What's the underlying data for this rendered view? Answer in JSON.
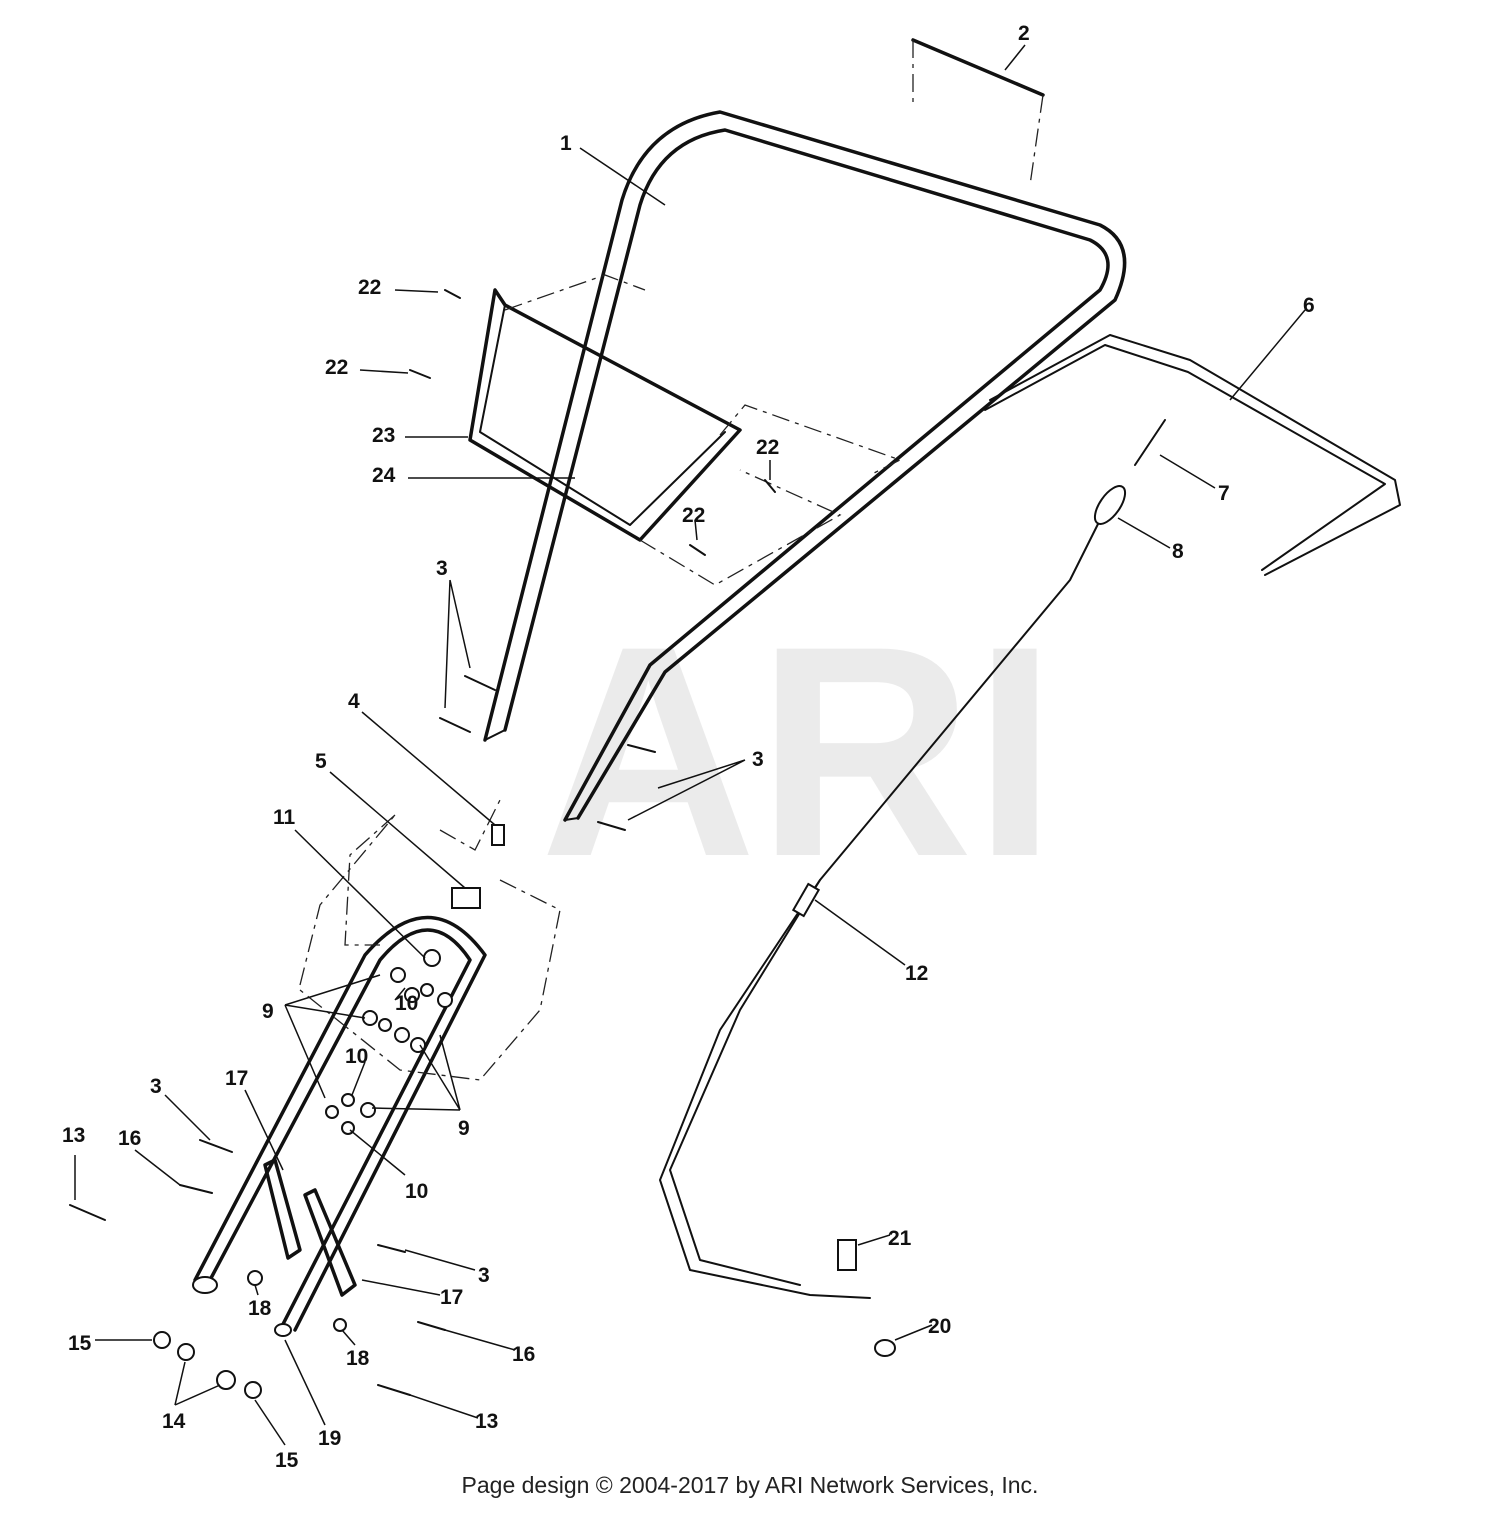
{
  "watermark": "ARI",
  "copyright": "Page design © 2004-2017 by ARI Network Services, Inc.",
  "callouts": {
    "c1": "1",
    "c2": "2",
    "c3a": "3",
    "c3b": "3",
    "c3c": "3",
    "c3d": "3",
    "c4": "4",
    "c5": "5",
    "c6": "6",
    "c7": "7",
    "c8": "8",
    "c9a": "9",
    "c9b": "9",
    "c10a": "10",
    "c10b": "10",
    "c10c": "10",
    "c11": "11",
    "c12": "12",
    "c13a": "13",
    "c13b": "13",
    "c14": "14",
    "c15a": "15",
    "c15b": "15",
    "c16a": "16",
    "c16b": "16",
    "c17a": "17",
    "c17b": "17",
    "c18a": "18",
    "c18b": "18",
    "c19": "19",
    "c20": "20",
    "c21": "21",
    "c22a": "22",
    "c22b": "22",
    "c22c": "22",
    "c22d": "22",
    "c23": "23",
    "c24": "24"
  }
}
